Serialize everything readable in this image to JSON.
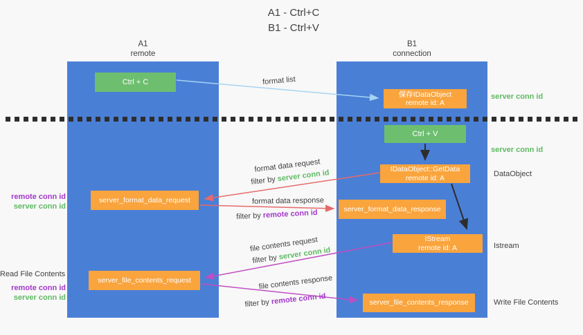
{
  "title": {
    "line1": "A1 - Ctrl+C",
    "line2": "B1 - Ctrl+V"
  },
  "columns": {
    "a": {
      "name": "A1",
      "role": "remote"
    },
    "b": {
      "name": "B1",
      "role": "connection"
    }
  },
  "nodes": {
    "ctrl_c": "Ctrl + C",
    "ctrl_v": "Ctrl + V",
    "save_idataobject": {
      "line1": "保存IDataObject",
      "line2": "remote id: A"
    },
    "getdata": {
      "line1": "IDataObject::GetData",
      "line2": "remote id: A"
    },
    "istream": {
      "line1": "IStream",
      "line2": "remote id: A"
    },
    "server_format_data_request": "server_format_data_request",
    "server_format_data_response": "server_format_data_response",
    "server_file_contents_request": "server_file_contents_request",
    "server_file_contents_response": "server_file_contents_response"
  },
  "arrow_labels": {
    "format_list": "format list",
    "format_data_request": "format data request",
    "format_data_response": "format data response",
    "file_contents_request": "file contents request",
    "file_contents_response": "file contents response",
    "filter_by_prefix": "filter by ",
    "server_conn_id": "server conn id",
    "remote_conn_id": "remote conn id"
  },
  "side_labels": {
    "left": {
      "remote_conn_id_1": "remote conn id",
      "server_conn_id_1": "server conn id",
      "read_file_contents": "Read File Contents",
      "remote_conn_id_2": "remote conn id",
      "server_conn_id_2": "server conn id"
    },
    "right": {
      "server_conn_id_top": "server conn id",
      "server_conn_id_mid": "server conn id",
      "dataobject": "DataObject",
      "istream": "Istream",
      "write_file_contents": "Write File Contents"
    }
  },
  "colors": {
    "bg": "#f8f8f8",
    "column_blue": "#4a7fd6",
    "box_orange": "#f9a43d",
    "box_green": "#6dbf6f",
    "arrow_blue": "#a6d4f2",
    "arrow_red": "#e66a6a",
    "arrow_magenta": "#c04ec2",
    "arrow_black": "#2d2d2d",
    "text_green": "#5fba63",
    "text_purple": "#a338c9",
    "text_dark": "#3f3f3f"
  }
}
